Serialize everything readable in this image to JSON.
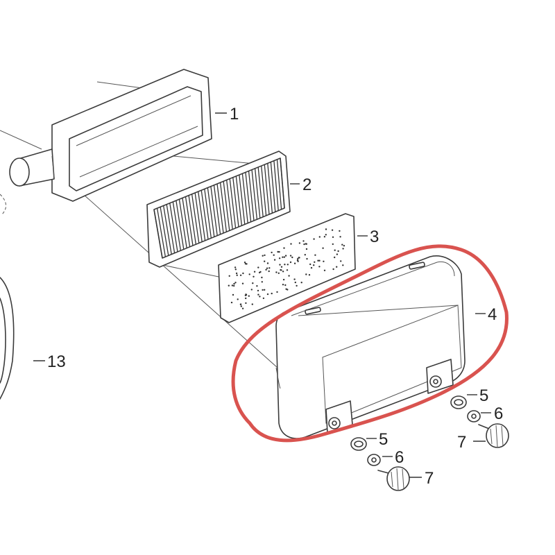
{
  "callouts": {
    "p1": "1",
    "p2": "2",
    "p3": "3",
    "p4": "4",
    "p5a": "5",
    "p5b": "5",
    "p6a": "6",
    "p6b": "6",
    "p7a": "7",
    "p7b": "7",
    "p13": "13"
  },
  "colors": {
    "highlight": "#d9534f",
    "line": "#3a3a3a"
  }
}
